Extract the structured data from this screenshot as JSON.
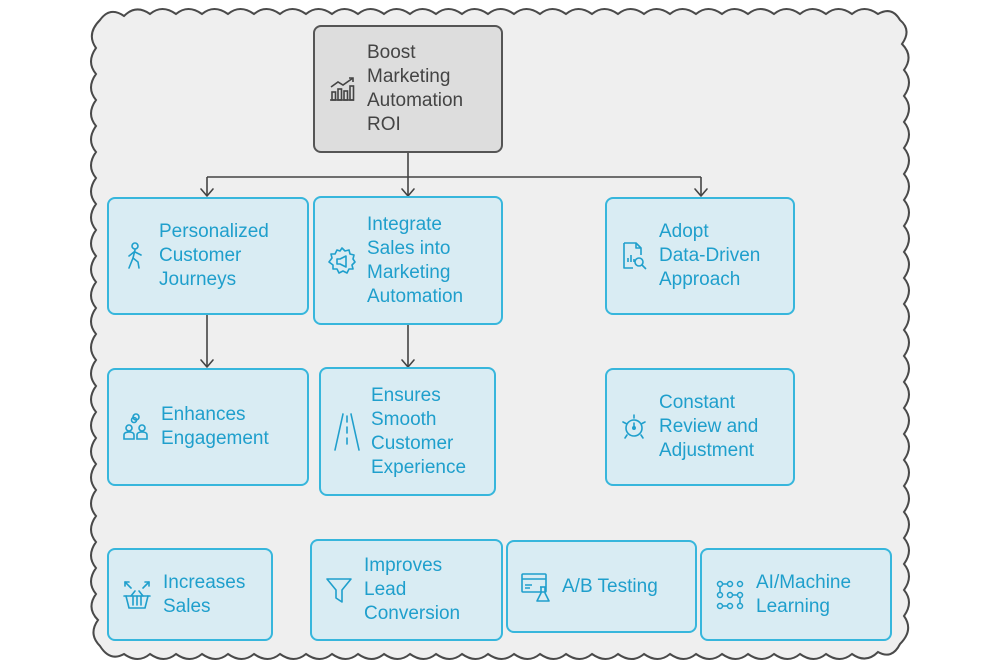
{
  "colors": {
    "background_fill": "#efefef",
    "frame_stroke": "#4a4a4a",
    "root_fill": "#dddddd",
    "root_stroke": "#555555",
    "node_fill": "#d9ecf3",
    "node_stroke": "#37b6dc",
    "node_text": "#1f9fcc",
    "connector": "#444444"
  },
  "root": {
    "label": "Boost\nMarketing\nAutomation\nROI",
    "icon": "growth-chart-icon"
  },
  "branches": [
    {
      "label": "Personalized\nCustomer\nJourneys",
      "icon": "walking-person-icon"
    },
    {
      "label": "Integrate\nSales into\nMarketing\nAutomation",
      "icon": "gear-megaphone-icon"
    },
    {
      "label": "Adopt\nData-Driven\nApproach",
      "icon": "data-report-icon"
    }
  ],
  "outcomes": [
    {
      "label": "Enhances\nEngagement",
      "icon": "people-engagement-icon"
    },
    {
      "label": "Ensures\nSmooth\nCustomer\nExperience",
      "icon": "road-icon"
    },
    {
      "label": "Constant\nReview and\nAdjustment",
      "icon": "adjust-cycle-icon"
    }
  ],
  "results": [
    {
      "label": "Increases\nSales",
      "icon": "shopping-basket-icon"
    },
    {
      "label": "Improves\nLead\nConversion",
      "icon": "funnel-icon"
    },
    {
      "label": "A/B Testing",
      "icon": "ab-test-icon"
    },
    {
      "label": "AI/Machine\nLearning",
      "icon": "neural-network-icon"
    }
  ]
}
